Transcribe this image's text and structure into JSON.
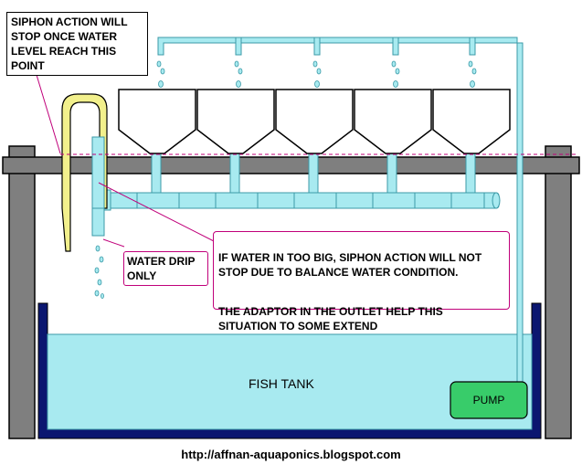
{
  "labels": {
    "siphon_note": "SIPHON ACTION WILL\nSTOP ONCE WATER\nLEVEL REACH THIS\nPOINT",
    "water_drip": "WATER DRIP\nONLY",
    "warning_line1": "IF WATER IN TOO BIG, SIPHON ACTION WILL NOT\nSTOP DUE TO BALANCE WATER CONDITION.",
    "warning_line2": "THE ADAPTOR IN THE OUTLET HELP THIS\nSITUATION TO SOME EXTEND",
    "fish_tank": "FISH TANK",
    "pump": "PUMP",
    "footer_url": "http://affnan-aquaponics.blogspot.com"
  },
  "colors": {
    "water": "#a8eaf0",
    "water_stroke": "#3b9aa7",
    "tank_wall": "#0b1670",
    "frame": "#7f7f7f",
    "siphon": "#f2f08c",
    "pump": "#38cc6a",
    "annotation": "#c0007a"
  },
  "counts": {
    "grow_beds": 5
  }
}
